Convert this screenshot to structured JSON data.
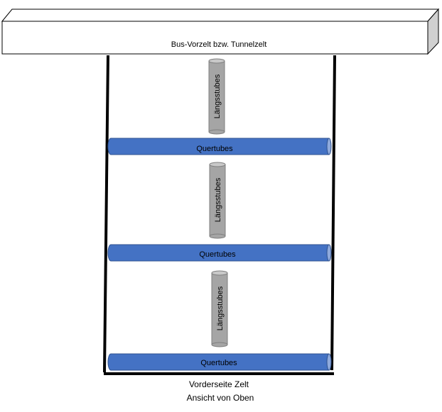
{
  "tent": {
    "label": "Bus-Vorzelt bzw. Tunnelzelt"
  },
  "longitudinal_tubes": [
    {
      "label": "Längsstubes"
    },
    {
      "label": "Längsstubes"
    },
    {
      "label": "Längsstubes"
    }
  ],
  "cross_tubes": [
    {
      "label": "Quertubes"
    },
    {
      "label": "Quertubes"
    },
    {
      "label": "Quertubes"
    }
  ],
  "caption": {
    "line1": "Vorderseite Zelt",
    "line2": "Ansicht von Oben"
  },
  "colors": {
    "cross_tube": "#4472C4",
    "cross_tube_end": "#8FAADC",
    "long_tube": "#A5A5A5",
    "long_tube_top": "#C9C9C9",
    "box_side": "#D0D0D0",
    "spellcheck": "#FF0000"
  }
}
